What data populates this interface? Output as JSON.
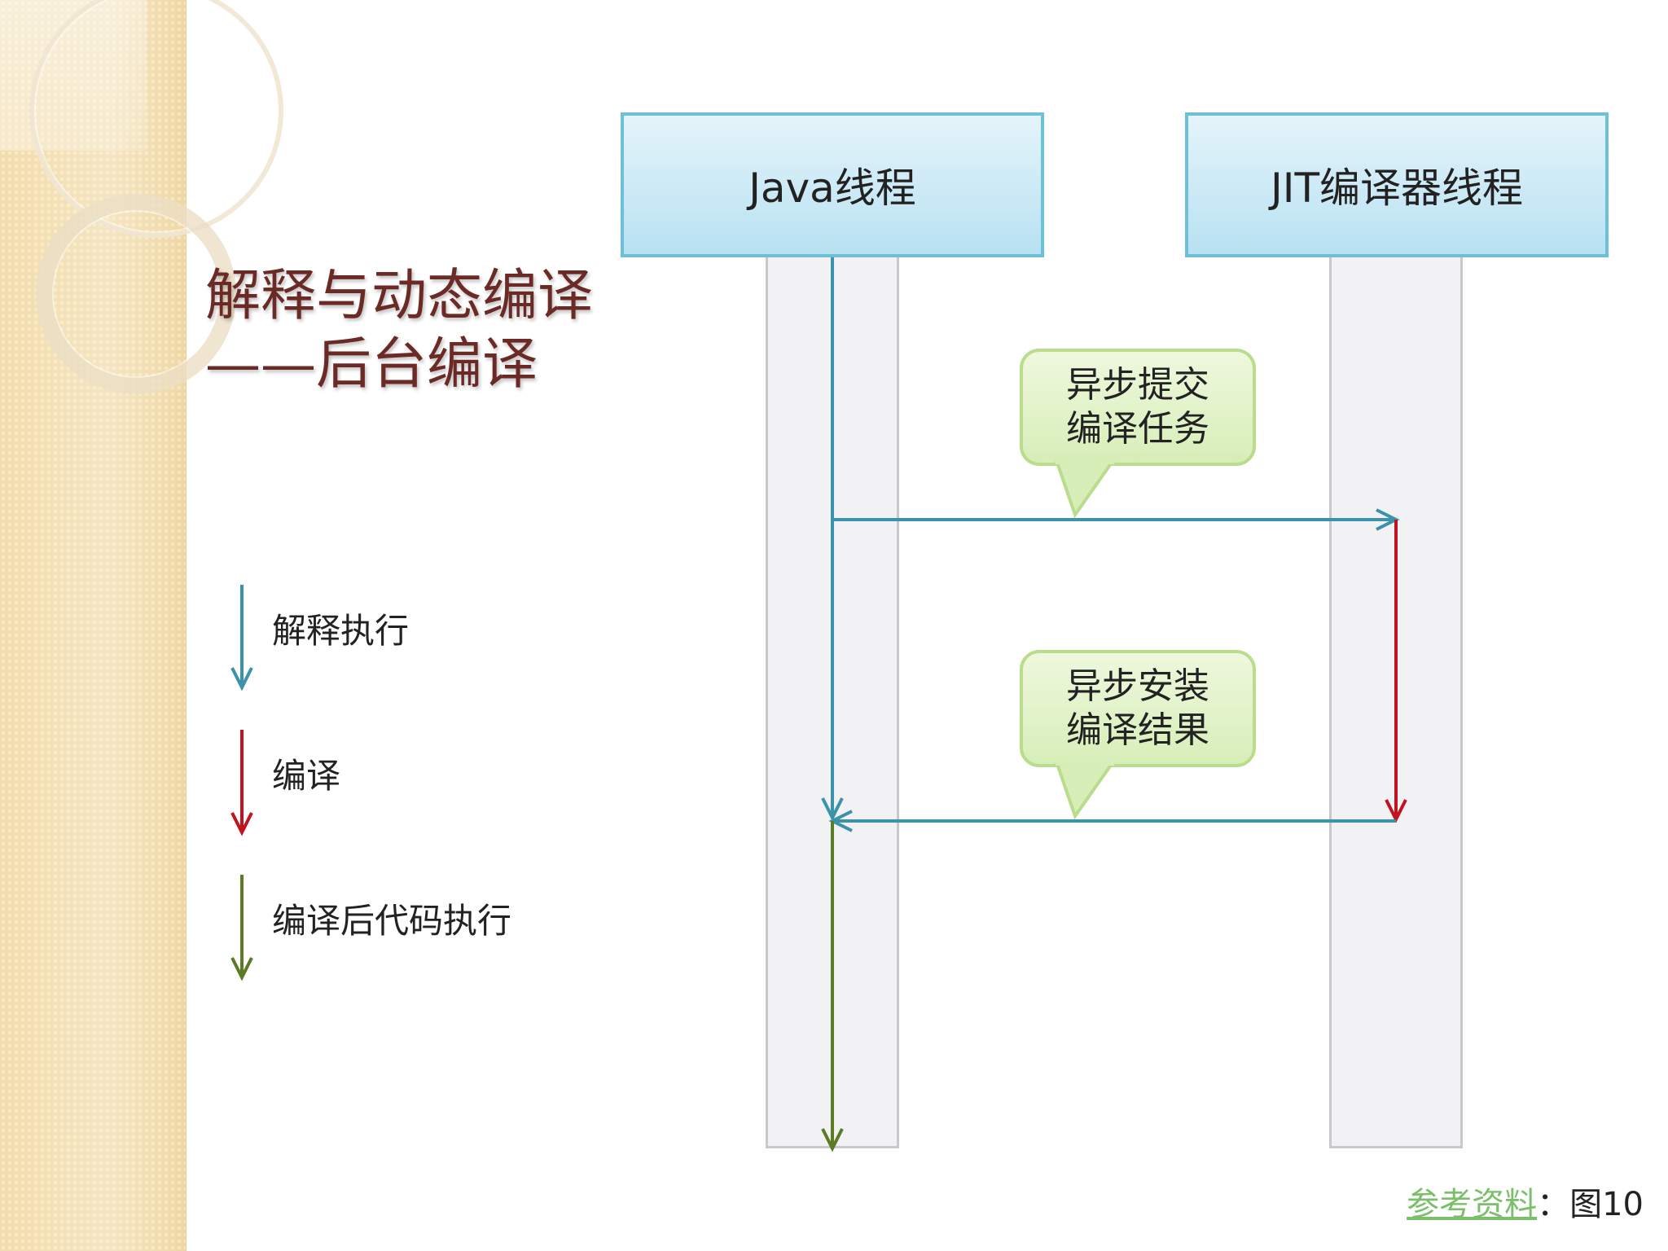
{
  "title": "解释与动态编译\n——后台编译",
  "legend": {
    "interpret": {
      "label": "解释执行",
      "color": "#3a93ab"
    },
    "compile": {
      "label": "编译",
      "color": "#c0141e"
    },
    "compiled_exec": {
      "label": "编译后代码执行",
      "color": "#5b7b25"
    }
  },
  "threads": {
    "java": "Java线程",
    "jit": "JIT编译器线程"
  },
  "callouts": {
    "submit": "异步提交\n编译任务",
    "install": "异步安装\n编译结果"
  },
  "footer": {
    "link": "参考资料",
    "separator": "：",
    "figure": "图10"
  }
}
